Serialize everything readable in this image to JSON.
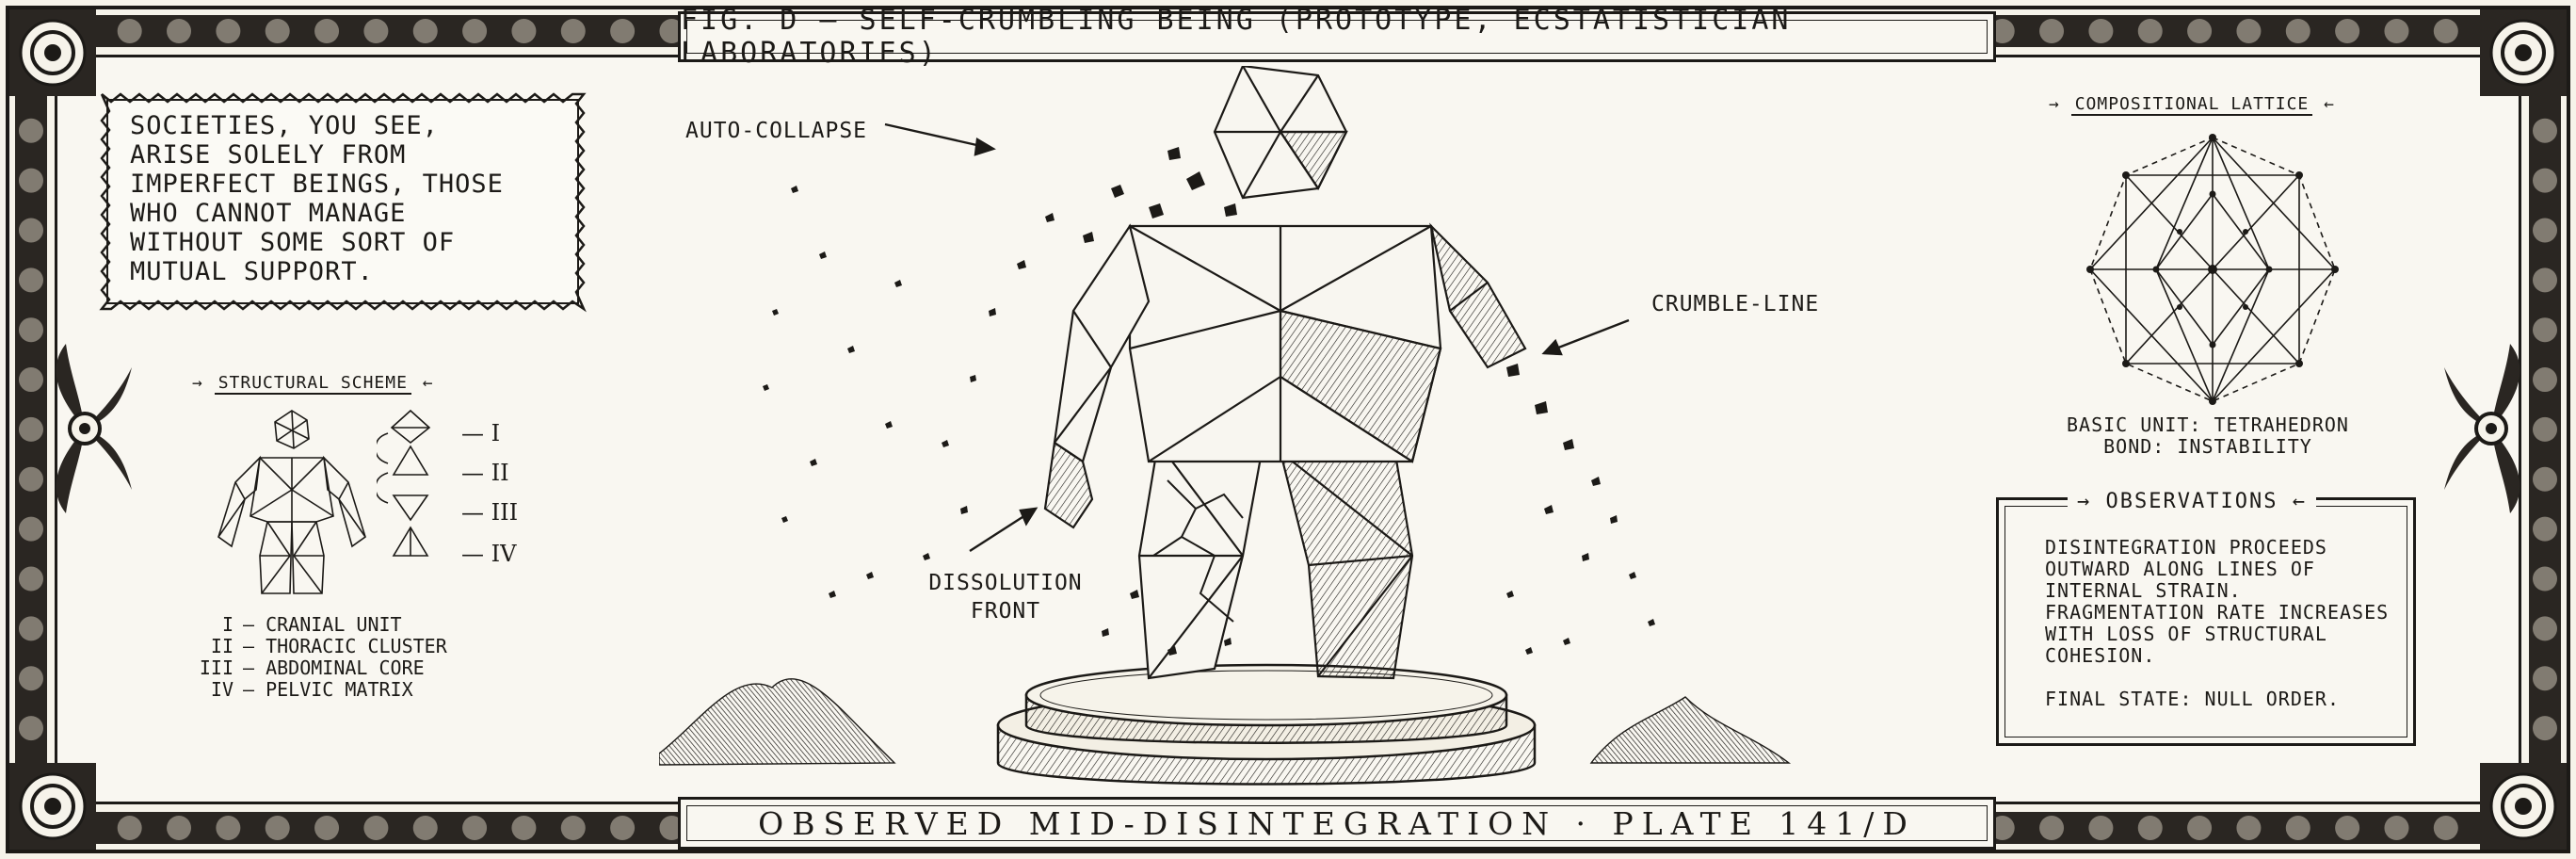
{
  "title": "FIG. D — SELF-CRUMBLING BEING (PROTOTYPE, ECSTATISTICIAN LABORATORIES)",
  "footer": "OBSERVED MID-DISINTEGRATION · PLATE 141/D",
  "quote": "SOCIETIES, YOU SEE,\nARISE SOLELY FROM\nIMPERFECT BEINGS, THOSE\nWHO CANNOT MANAGE\nWITHOUT SOME SORT OF\nMUTUAL SUPPORT.",
  "callouts": {
    "auto_collapse": "AUTO-COLLAPSE",
    "crumble_line": "CRUMBLE-LINE",
    "dissolution_front_1": "DISSOLUTION",
    "dissolution_front_2": "FRONT"
  },
  "structural_scheme": {
    "heading": "STRUCTURAL SCHEME",
    "numerals": [
      "— I",
      "— II",
      "— III",
      "— IV"
    ],
    "legend": [
      {
        "num": "I",
        "label": "— CRANIAL UNIT"
      },
      {
        "num": "II",
        "label": "— THORACIC CLUSTER"
      },
      {
        "num": "III",
        "label": "— ABDOMINAL CORE"
      },
      {
        "num": "IV",
        "label": "— PELVIC MATRIX"
      }
    ]
  },
  "lattice": {
    "heading": "COMPOSITIONAL LATTICE",
    "caption_1": "BASIC UNIT: TETRAHEDRON",
    "caption_2": "BOND: INSTABILITY"
  },
  "observations": {
    "heading": "OBSERVATIONS",
    "text": "DISINTEGRATION PROCEEDS OUTWARD ALONG LINES OF INTERNAL STRAIN. FRAGMENTATION RATE INCREASES WITH LOSS OF STRUCTURAL COHESION.",
    "final": "FINAL STATE: NULL ORDER."
  }
}
